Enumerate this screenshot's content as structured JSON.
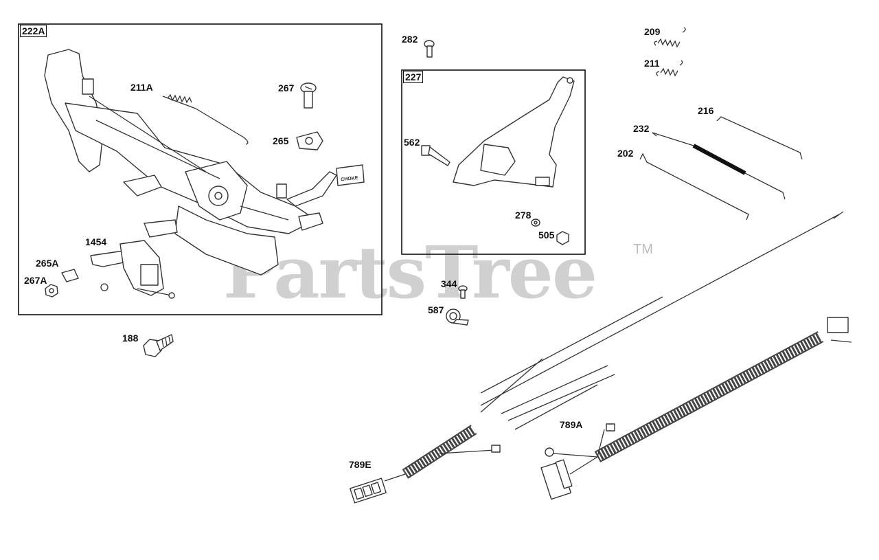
{
  "watermark": {
    "text": "PartsTree",
    "trademark": "TM"
  },
  "boxes": [
    {
      "id": "box-222a",
      "label": "222A"
    },
    {
      "id": "box-227",
      "label": "227"
    }
  ],
  "callouts": [
    "222A",
    "211A",
    "267",
    "265",
    "1454",
    "265A",
    "267A",
    "188",
    "282",
    "227",
    "562",
    "278",
    "505",
    "344",
    "587",
    "209",
    "211",
    "216",
    "232",
    "202",
    "789A",
    "789E"
  ],
  "labels": {
    "c211a": "211A",
    "c267": "267",
    "c265": "265",
    "c1454": "1454",
    "c265a": "265A",
    "c267a": "267A",
    "c188": "188",
    "c282": "282",
    "c562": "562",
    "c278": "278",
    "c505": "505",
    "c344": "344",
    "c587": "587",
    "c209": "209",
    "c211": "211",
    "c216": "216",
    "c232": "232",
    "c202": "202",
    "c789a": "789A",
    "c789e": "789E",
    "b222a": "222A",
    "b227": "227"
  },
  "decal": "CHOKE"
}
